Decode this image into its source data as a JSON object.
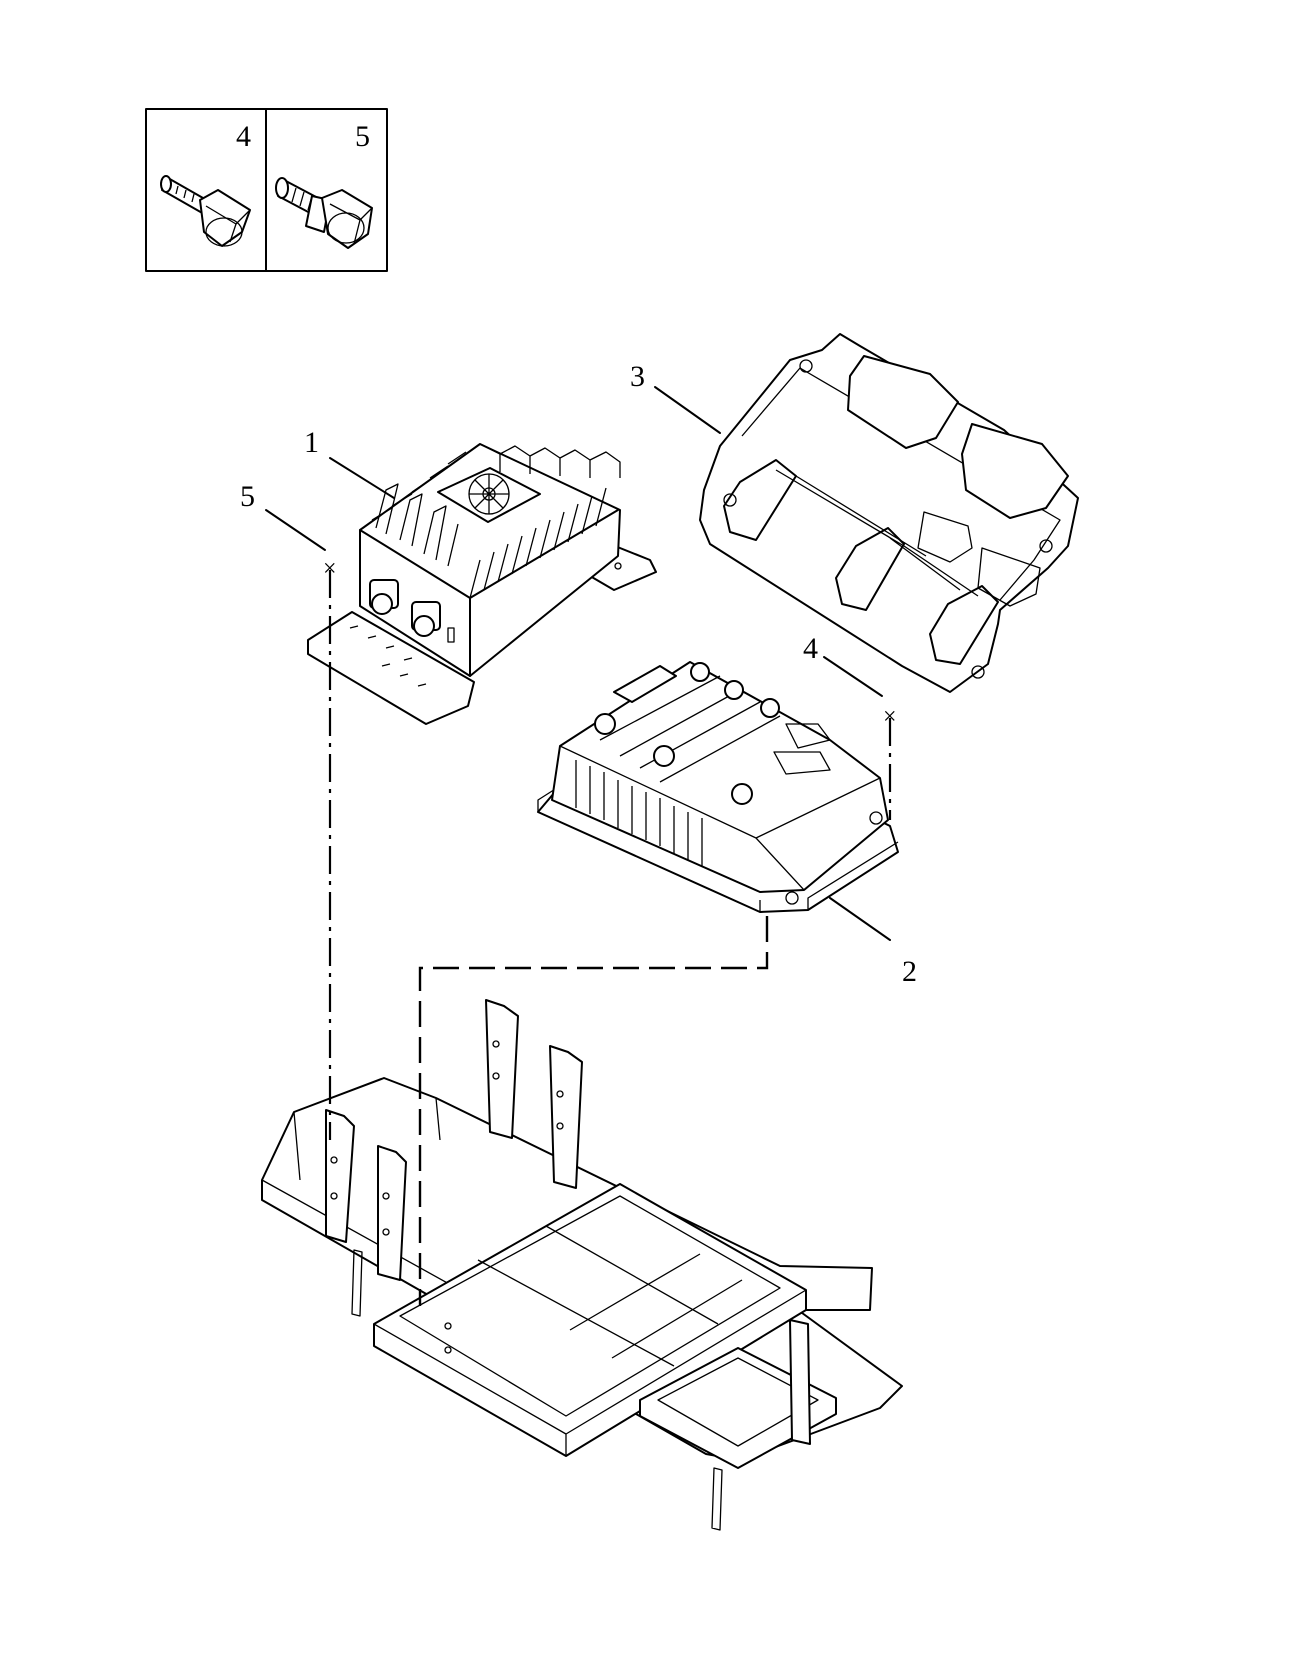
{
  "inset": {
    "label_left": "4",
    "label_right": "5"
  },
  "callouts": {
    "part1": "1",
    "part2": "2",
    "part3": "3",
    "part4": "4",
    "part5": "5",
    "cross_marker": "×"
  },
  "icons": {
    "bolt_plain": "flange-bolt-icon",
    "bolt_washer": "bolt-with-washer-icon",
    "charger": "battery-charger-icon",
    "controller": "motor-controller-icon",
    "cover": "controller-cover-icon",
    "frame": "chassis-frame-icon"
  }
}
